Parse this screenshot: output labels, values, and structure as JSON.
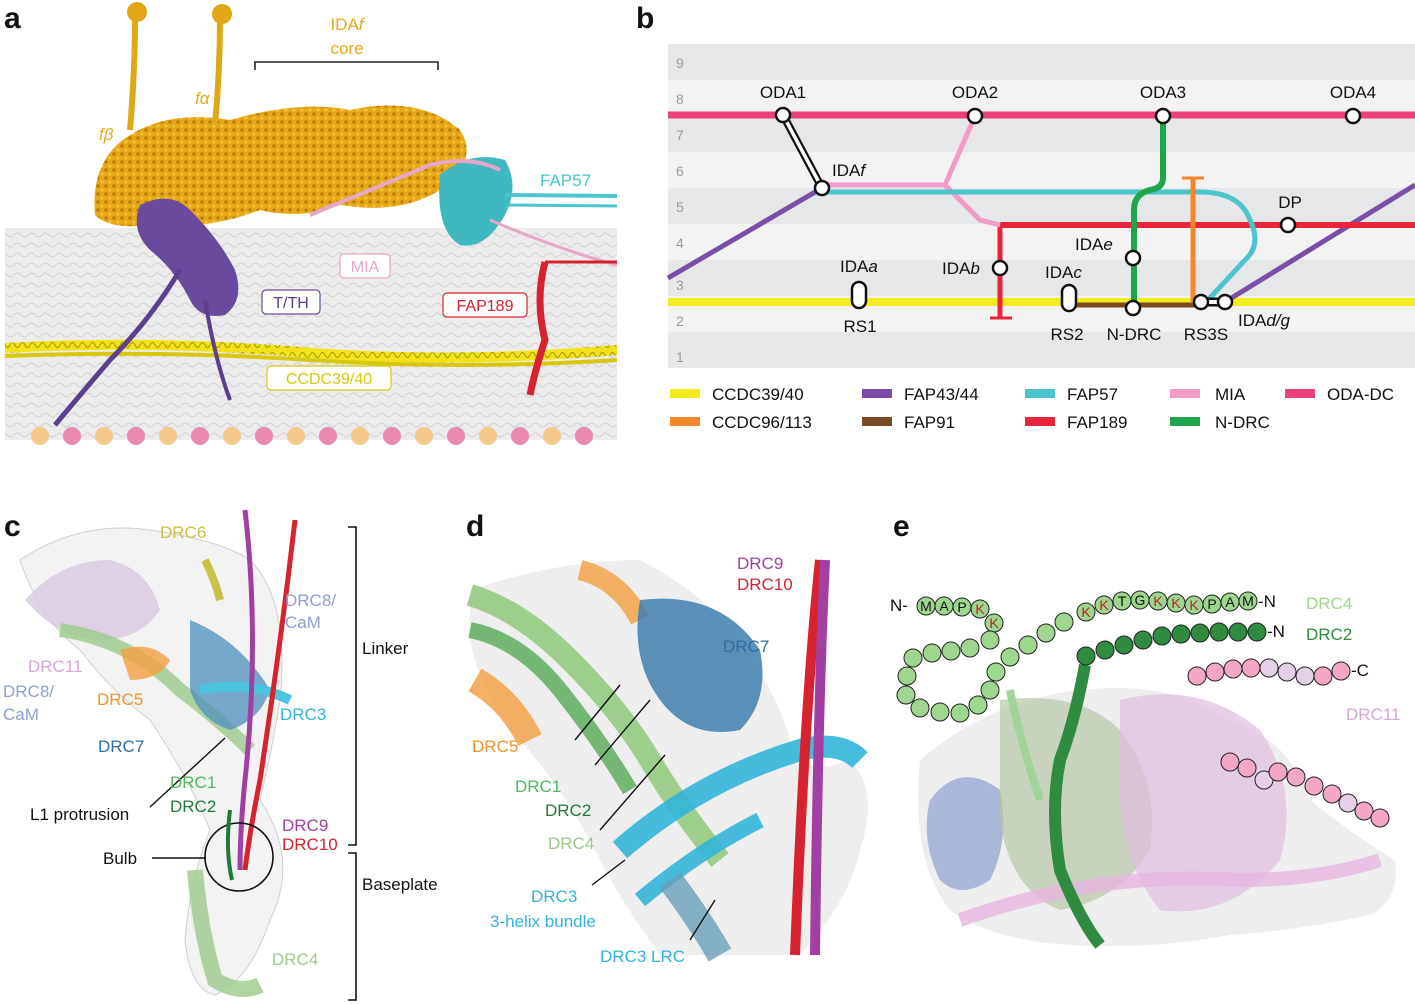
{
  "panels": {
    "a": "a",
    "b": "b",
    "c": "c",
    "d": "d",
    "e": "e"
  },
  "panel_a": {
    "labels": {
      "ida_f_line1": "IDA",
      "ida_f_italic": "f",
      "core": "core",
      "f_beta": "fβ",
      "f_alpha": "fα",
      "fap57": "FAP57",
      "mia": "MIA",
      "t_th": "T/TH",
      "fap189": "FAP189",
      "ccdc": "CCDC39/40"
    }
  },
  "panel_b": {
    "row_numbers": [
      "9",
      "8",
      "7",
      "6",
      "5",
      "4",
      "3",
      "2",
      "1"
    ],
    "nodes": {
      "oda1": "ODA1",
      "oda2": "ODA2",
      "oda3": "ODA3",
      "oda4": "ODA4",
      "ida_f": "IDA",
      "ida_f_i": "f",
      "dp": "DP",
      "ida_e": "IDA",
      "ida_e_i": "e",
      "ida_a": "IDA",
      "ida_a_i": "a",
      "ida_b": "IDA",
      "ida_b_i": "b",
      "ida_c": "IDA",
      "ida_c_i": "c",
      "rs1": "RS1",
      "rs2": "RS2",
      "ndrc": "N-DRC",
      "rs3s": "RS3S",
      "ida_dg": "IDA",
      "ida_dg_i": "d/g"
    },
    "legend": [
      {
        "label": "CCDC39/40",
        "color": "#f2ec1c"
      },
      {
        "label": "FAP43/44",
        "color": "#7b4fa8"
      },
      {
        "label": "FAP57",
        "color": "#4cc4cc"
      },
      {
        "label": "MIA",
        "color": "#f39ac6"
      },
      {
        "label": "ODA-DC",
        "color": "#ec407a"
      },
      {
        "label": "CCDC96/113",
        "color": "#f5862a"
      },
      {
        "label": "FAP91",
        "color": "#7a4a25"
      },
      {
        "label": "FAP189",
        "color": "#e8253a"
      },
      {
        "label": "N-DRC",
        "color": "#1fa64a"
      }
    ]
  },
  "panel_c": {
    "labels": {
      "drc6": "DRC6",
      "drc8_cam_top_1": "DRC8/",
      "drc8_cam_top_2": "CaM",
      "drc11": "DRC11",
      "drc8_cam_left_1": "DRC8/",
      "drc8_cam_left_2": "CaM",
      "drc5": "DRC5",
      "drc3": "DRC3",
      "drc7": "DRC7",
      "drc1": "DRC1",
      "drc2": "DRC2",
      "l1": "L1 protrusion",
      "drc9": "DRC9",
      "drc10": "DRC10",
      "bulb": "Bulb",
      "drc4": "DRC4",
      "linker": "Linker",
      "baseplate": "Baseplate"
    }
  },
  "panel_d": {
    "labels": {
      "drc9": "DRC9",
      "drc10": "DRC10",
      "drc7": "DRC7",
      "drc5": "DRC5",
      "drc1": "DRC1",
      "drc2": "DRC2",
      "drc4": "DRC4",
      "drc3": "DRC3",
      "helix": "3-helix bundle",
      "lrc": "DRC3 LRC"
    }
  },
  "panel_e": {
    "drc4_seq_top": [
      "M",
      "A",
      "P",
      "K",
      "K"
    ],
    "drc4_seq_right": [
      "K",
      "K",
      "T",
      "G",
      "K",
      "K",
      "K",
      "P",
      "A",
      "M"
    ],
    "drc4_prefix": "N-",
    "drc4_suffix": "-N",
    "drc4_label": "DRC4",
    "drc2_label": "DRC2",
    "drc2_suffix": "-N",
    "drc11_label": "DRC11",
    "drc11_suffix": "-C"
  }
}
